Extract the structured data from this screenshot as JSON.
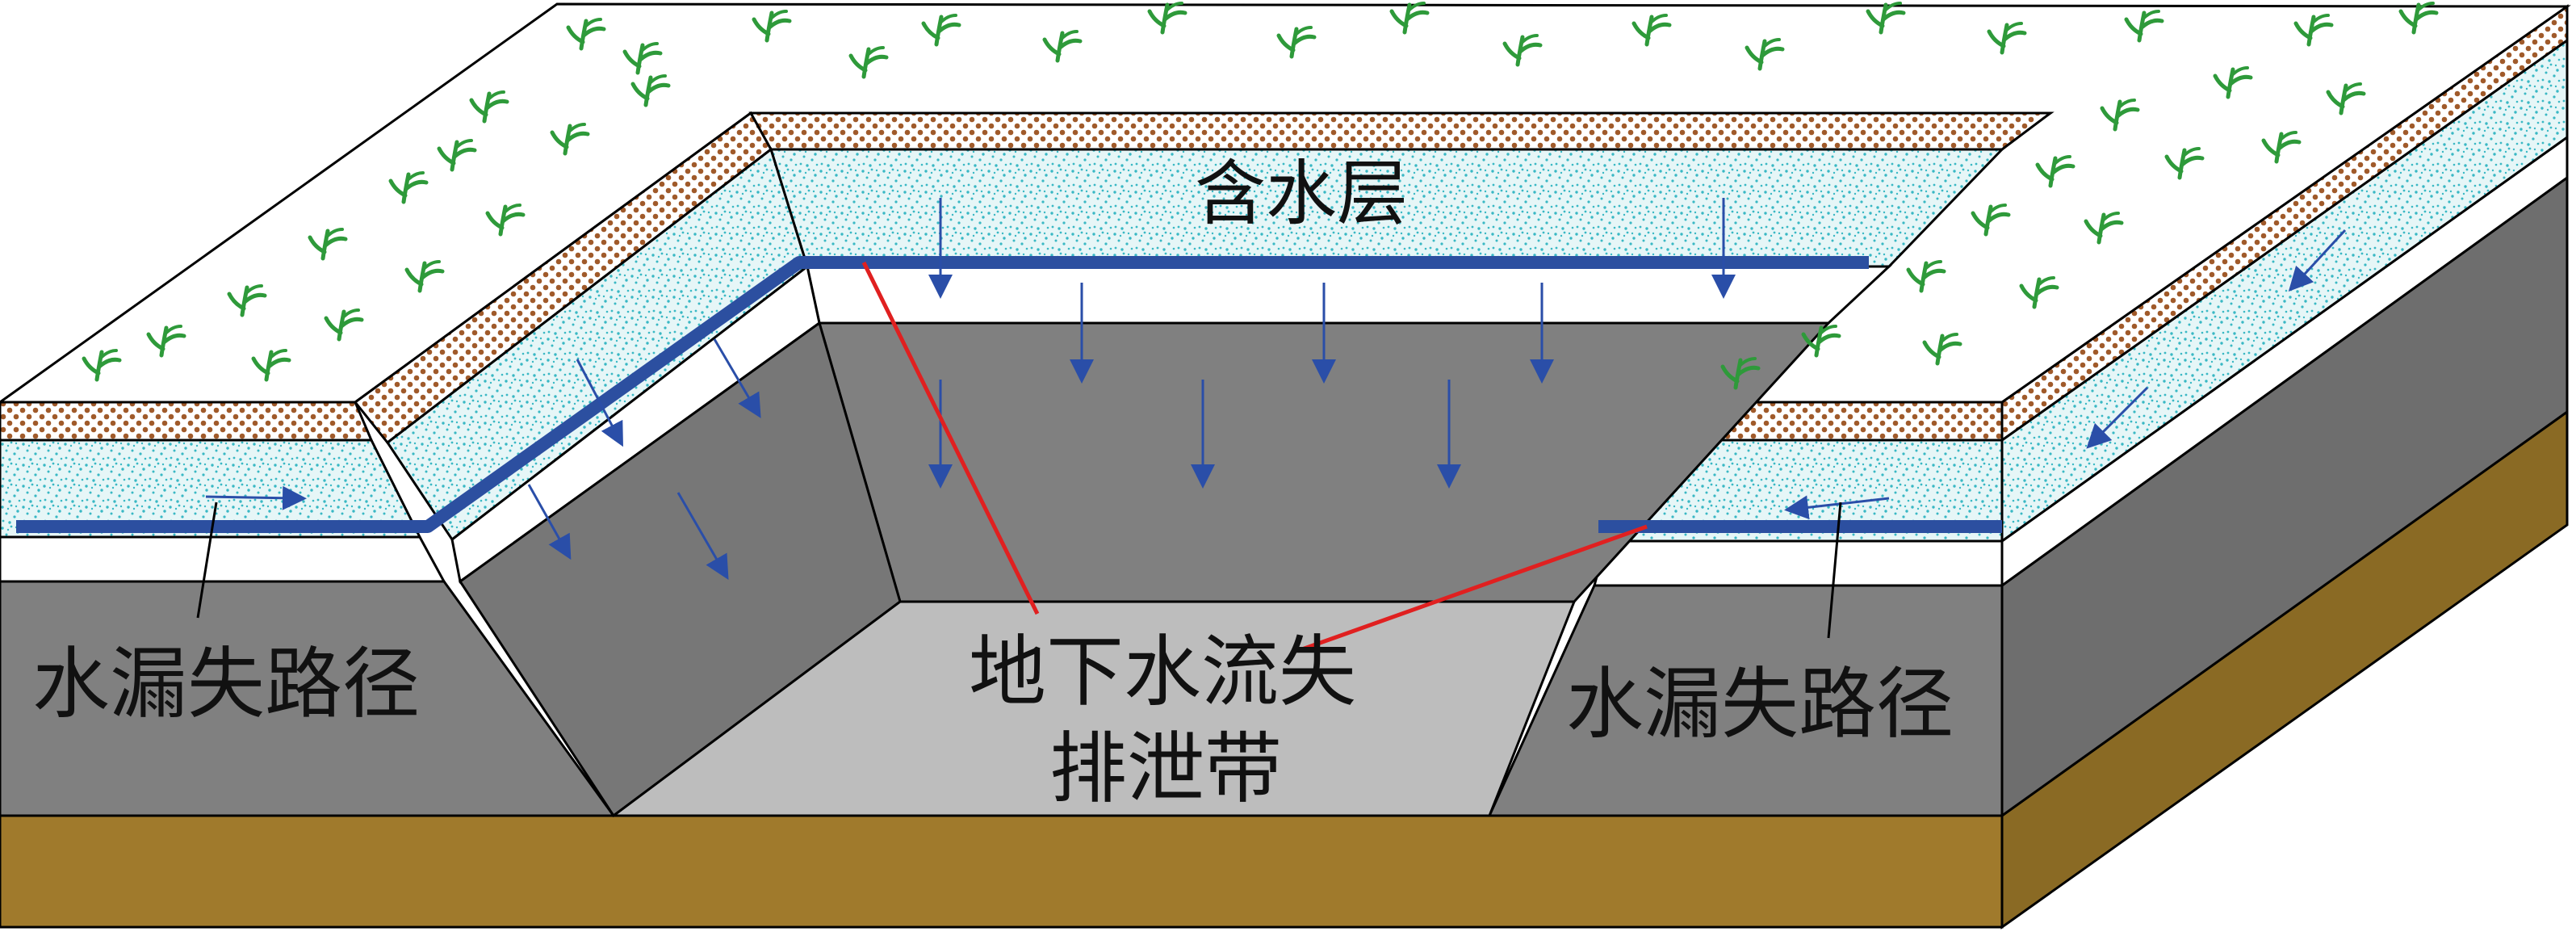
{
  "labels": {
    "aquifer": "含水层",
    "leak_path": "水漏失路径",
    "drain_zone_line1": "地下水流失",
    "drain_zone_line2": "排泄带"
  },
  "colors": {
    "topsoil": "#ffffff",
    "plant": "#2e9a3a",
    "crust_dots": "#a05a2a",
    "aquifer_fill": "#e6f6f7",
    "aquifer_dots": "#39b8c4",
    "groundwater_line": "#2c4fa0",
    "flow_arrow": "#2a4ea8",
    "bedrock": "#808080",
    "bedrock_side": "#6e6e6e",
    "pit_floor": "#bdbdbd",
    "base_layer": "#a07a2c",
    "base_layer_side": "#8a6a24",
    "leader_line": "#e02020",
    "outline": "#000000"
  }
}
